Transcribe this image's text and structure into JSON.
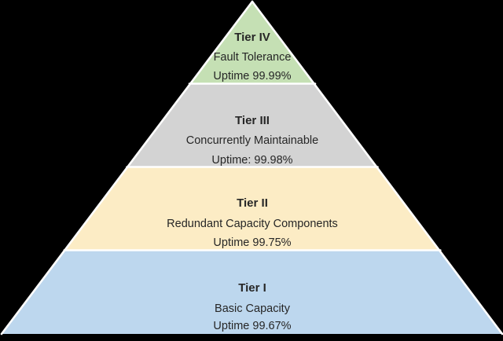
{
  "background_color": "#000000",
  "outline_color": "#ffffff",
  "text_color": "#262626",
  "diagram": {
    "type": "pyramid",
    "levels": 4
  },
  "tiers": [
    {
      "label": "Tier IV",
      "name": "Fault Tolerance",
      "uptime": "Uptime 99.99%",
      "color": "#c5e0b4"
    },
    {
      "label": "Tier III",
      "name": "Concurrently Maintainable",
      "uptime": "Uptime: 99.98%",
      "color": "#d3d3d3"
    },
    {
      "label": "Tier II",
      "name": "Redundant Capacity Components",
      "uptime": "Uptime 99.75%",
      "color": "#fcecc5"
    },
    {
      "label": "Tier I",
      "name": "Basic Capacity",
      "uptime": "Uptime 99.67%",
      "color": "#bdd7ee"
    }
  ]
}
